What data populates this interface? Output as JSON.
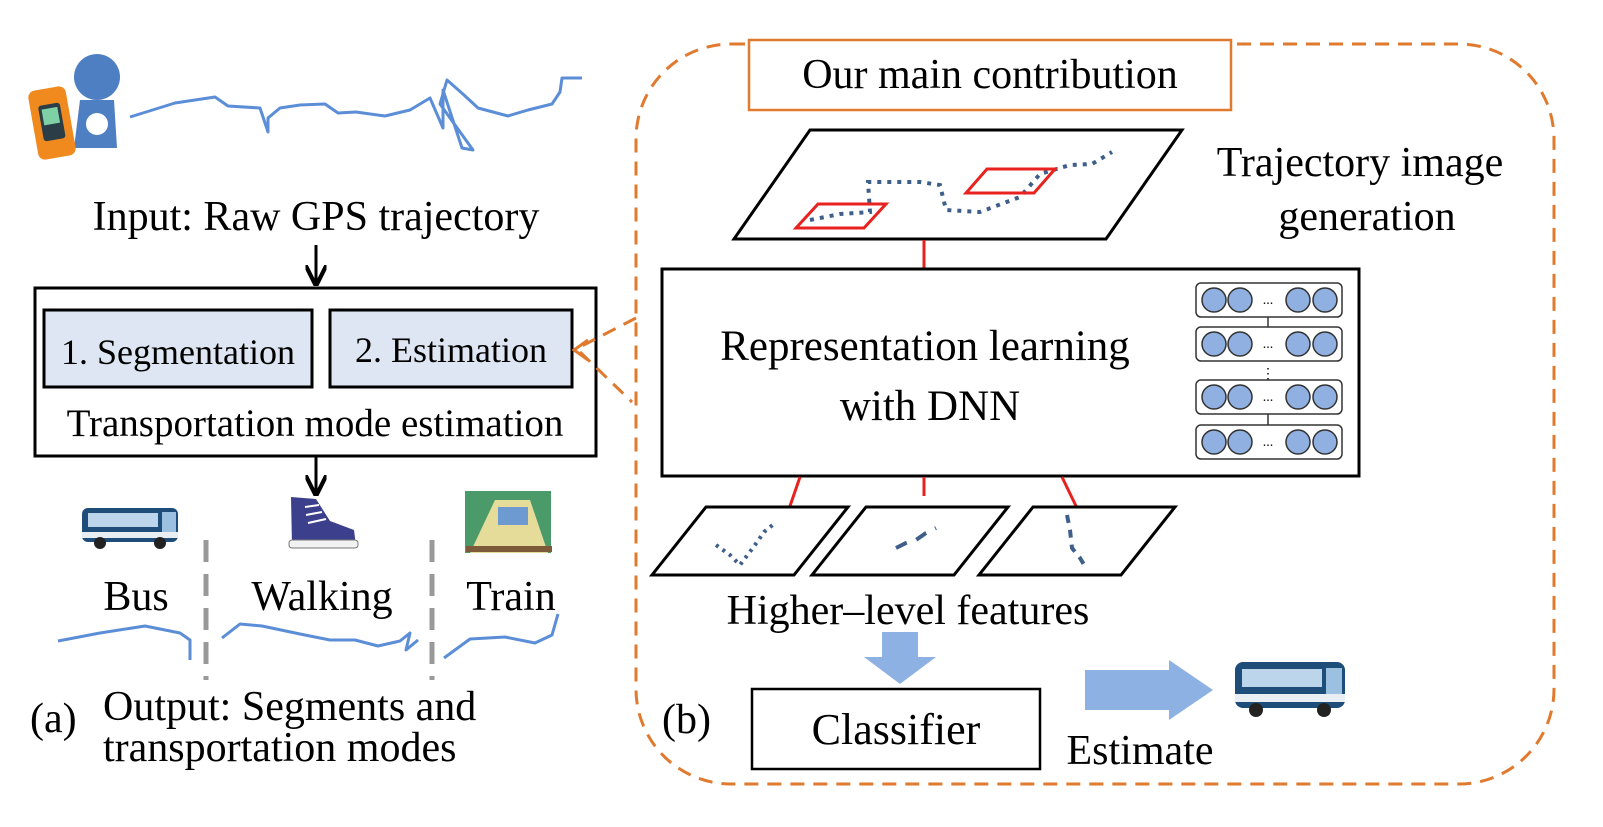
{
  "left_panel": {
    "input_label": "Input: Raw GPS trajectory",
    "step1_label": "1. Segmentation",
    "step2_label": "2. Estimation",
    "module_label": "Transportation mode estimation",
    "modes": [
      {
        "label": "Bus",
        "icon": "bus-icon"
      },
      {
        "label": "Walking",
        "icon": "sneaker-icon"
      },
      {
        "label": "Train",
        "icon": "train-icon"
      }
    ],
    "panel_letter": "(a)",
    "output_line1": "Output: Segments and",
    "output_line2": "transportation modes"
  },
  "right_panel": {
    "contribution_label": "Our main contribution",
    "image_gen_line1": "Trajectory image",
    "image_gen_line2": "generation",
    "repr_line1": "Representation learning",
    "repr_line2": "with DNN",
    "features_label": "Higher–level features",
    "classifier_label": "Classifier",
    "estimate_label": "Estimate",
    "panel_letter": "(b)",
    "dnn_ellipsis": "...",
    "dnn_vertical_dots": "⋮"
  },
  "colors": {
    "trajectory": "#5b8ed6",
    "dashed_trajectory": "#3e5f8a",
    "highlight": "#e8231f",
    "contribution_border": "#e07a2e",
    "step_box_fill": "#dde6f2",
    "neuron_fill": "#8fb0e0",
    "arrow_fill": "#8db1e2"
  }
}
